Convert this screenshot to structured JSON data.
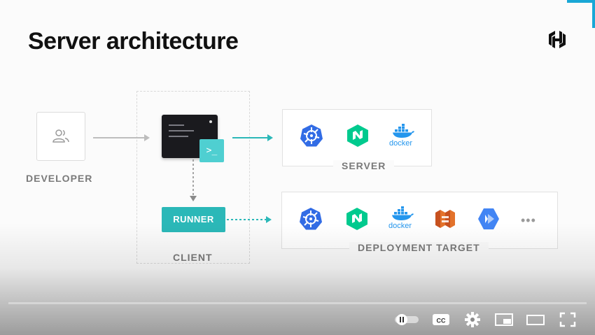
{
  "slide": {
    "title": "Server architecture",
    "logo": "hashicorp-logo-icon",
    "accent_color": "#19a7d6"
  },
  "diagram": {
    "developer_label": "DEVELOPER",
    "client_label": "CLIENT",
    "runner_label": "RUNNER",
    "terminal_prompt": ">_",
    "server_label": "SERVER",
    "deployment_label": "DEPLOYMENT TARGET",
    "server_icons": [
      "kubernetes-icon",
      "nomad-icon",
      "docker-icon"
    ],
    "deployment_icons": [
      "kubernetes-icon",
      "nomad-icon",
      "docker-icon",
      "aws-ecs-icon",
      "google-cloud-run-icon",
      "more-icon"
    ],
    "docker_text": "docker",
    "more_text": "•••",
    "colors": {
      "teal": "#2bb8b8",
      "kubernetes": "#326ce5",
      "nomad": "#00ca8e",
      "docker": "#2496ed",
      "aws": "#e3722b",
      "cloud_run": "#4285f4"
    }
  },
  "player": {
    "controls": [
      "autoplay-toggle",
      "captions-button",
      "settings-button",
      "miniplayer-button",
      "theater-mode-button",
      "fullscreen-button"
    ],
    "captions_text": "CC"
  }
}
